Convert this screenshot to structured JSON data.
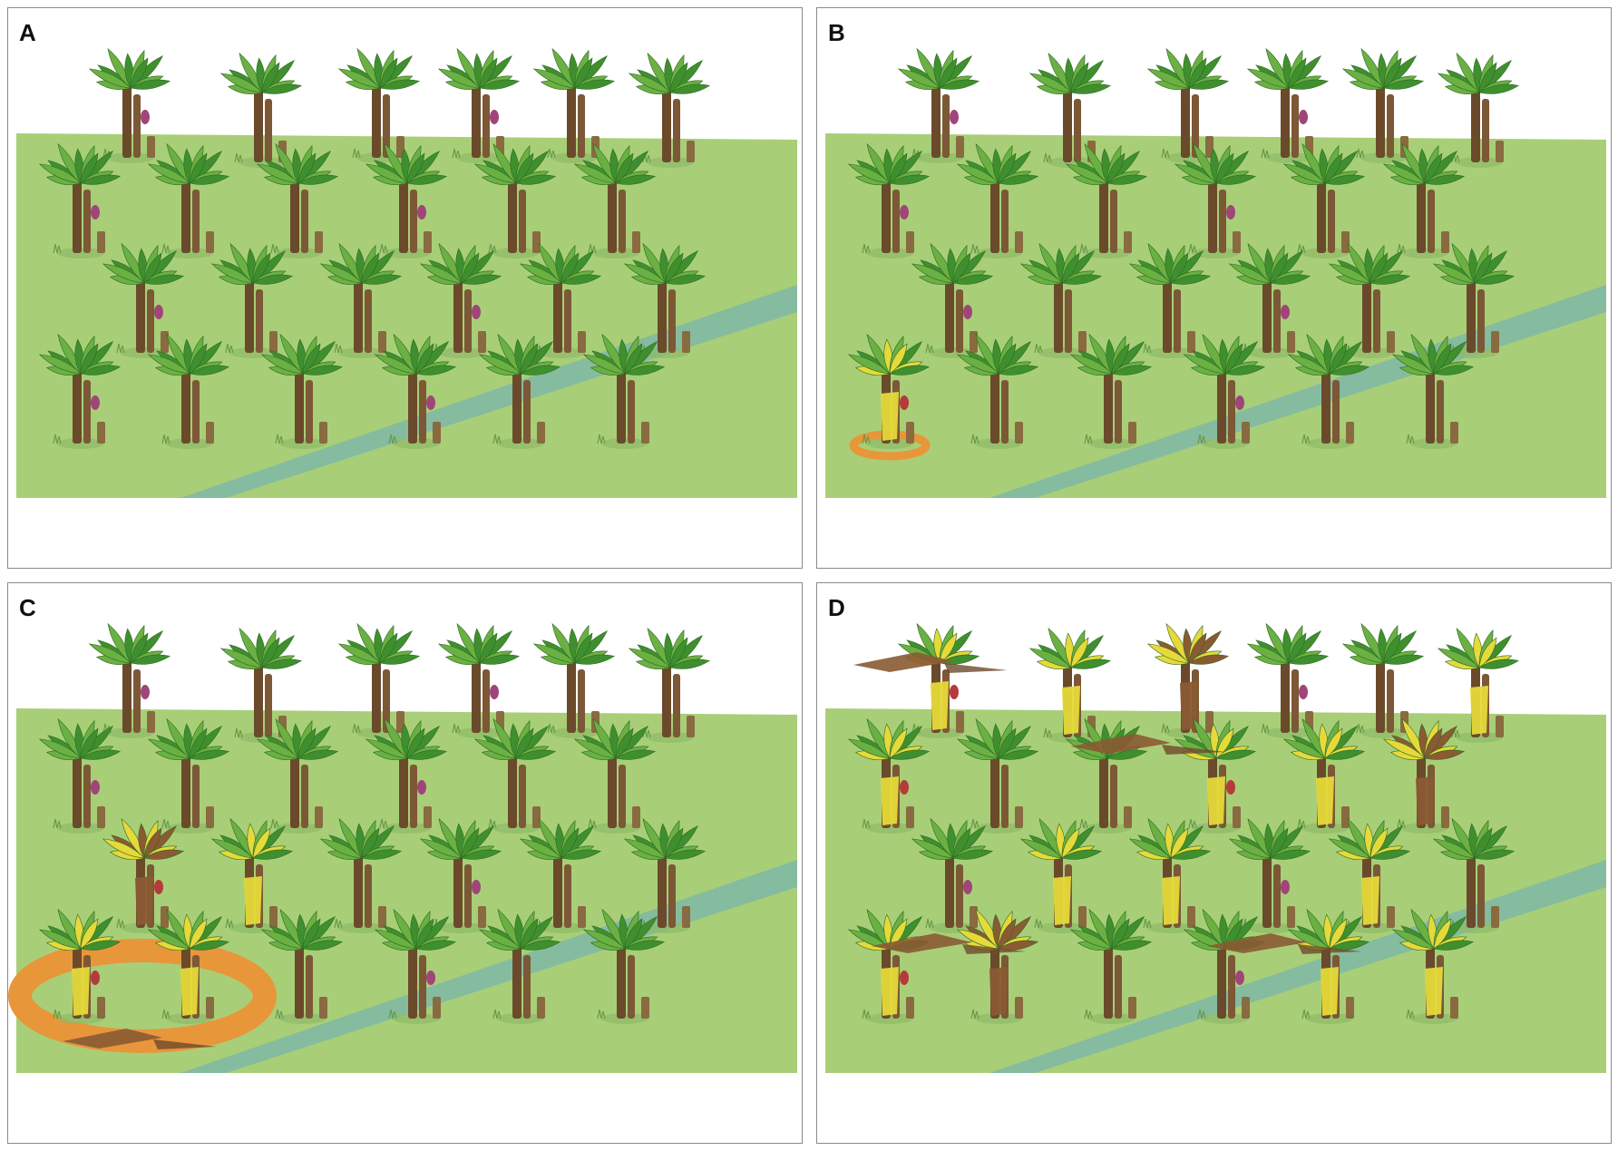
{
  "panels": [
    {
      "id": "a",
      "label": "A",
      "stage": "healthy"
    },
    {
      "id": "b",
      "label": "B",
      "stage": "first-infection"
    },
    {
      "id": "c",
      "label": "C",
      "stage": "local-spread"
    },
    {
      "id": "d",
      "label": "D",
      "stage": "widespread"
    }
  ],
  "colors": {
    "field": "#a8cf78",
    "river": "#7fb7a6",
    "infection_ring": "#e8963a",
    "leaf": "#3f8f2e",
    "leaf_light": "#6bb043",
    "stem": "#6b4a2b",
    "yellow_leaf": "#e6d93a",
    "brown_leaf": "#8a5a33",
    "flower": "#a0457a"
  }
}
